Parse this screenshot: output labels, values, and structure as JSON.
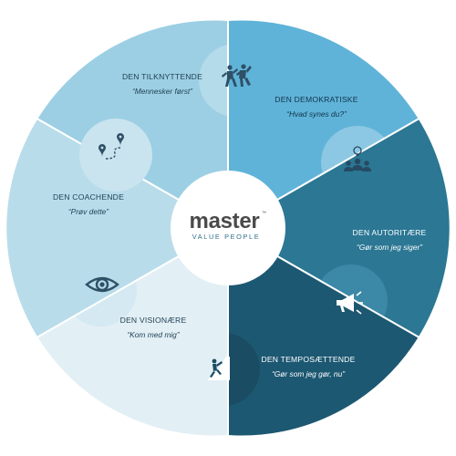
{
  "logo": {
    "wordmark": "master",
    "trademark": "™",
    "tagline": "VALUE PEOPLE"
  },
  "colors": {
    "wordmark": "#4a4a4a",
    "tagline": "#2f6f8c",
    "ring_outline": "#ffffff"
  },
  "segments": [
    {
      "title": "DEN TILKNYTTENDE",
      "quote": "“Mennesker først”",
      "icon": "people-dancing-icon",
      "fill": "#9ccfe3",
      "tab": "#b3dbea",
      "text_color": "#1f3f52",
      "icon_color": "#2f5066"
    },
    {
      "title": "DEN DEMOKRATISKE",
      "quote": "“Hvad synes du?”",
      "icon": "group-idea-icon",
      "fill": "#5fb3d8",
      "tab": "#8cc8e3",
      "text_color": "#12344a",
      "icon_color": "#274a63"
    },
    {
      "title": "DEN AUTORITÆRE",
      "quote": "“Gør som jeg siger”",
      "icon": "megaphone-icon",
      "fill": "#2b7794",
      "tab": "#3c88a7",
      "text_color": "#ffffff",
      "icon_color": "#ffffff"
    },
    {
      "title": "DEN TEMPOSÆTTENDE",
      "quote": "“Gør som jeg gør, nu”",
      "icon": "climber-icon",
      "fill": "#1d5872",
      "tab": "#1a4c63",
      "text_color": "#ffffff",
      "icon_color": "#ffffff"
    },
    {
      "title": "DEN VISIONÆRE",
      "quote": "“Kom med mig”",
      "icon": "eye-icon",
      "fill": "#e2eff5",
      "tab": "#d5e9f2",
      "text_color": "#1f3f52",
      "icon_color": "#2f5066"
    },
    {
      "title": "DEN COACHENDE",
      "quote": "“Prøv dette”",
      "icon": "route-pins-icon",
      "fill": "#b9dcea",
      "tab": "#c9e4ef",
      "text_color": "#1f3f52",
      "icon_color": "#2f5066"
    }
  ]
}
